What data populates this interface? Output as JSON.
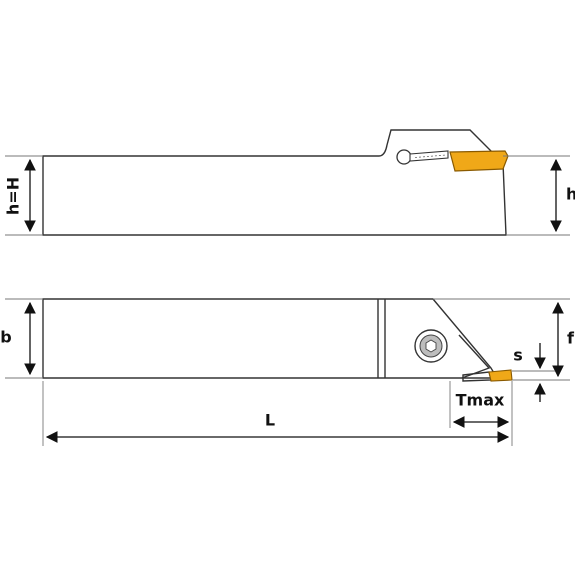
{
  "labels": {
    "hH": "h=H",
    "h": "h",
    "b": "b",
    "f": "f",
    "s": "s",
    "Tmax": "Tmax",
    "L": "L"
  },
  "colors": {
    "insert": "#f0a818",
    "insert_stroke": "#8a5a00",
    "outline": "#333333",
    "dimension": "#111111"
  },
  "icons": {
    "clamp_screw": "hex-socket-screw-icon",
    "insert": "cutting-insert-icon"
  }
}
